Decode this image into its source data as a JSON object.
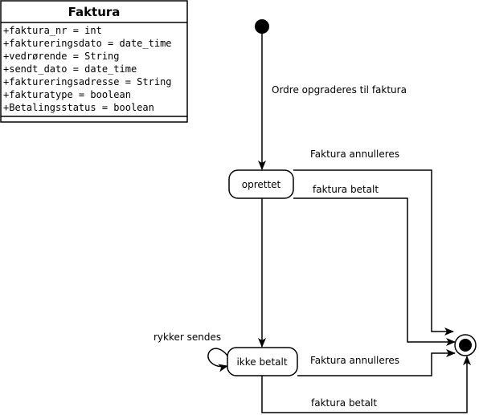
{
  "class_box": {
    "title": "Faktura",
    "attributes": [
      "+faktura_nr = int",
      "+faktureringsdato = date_time",
      "+vedrørende = String",
      "+sendt_dato = date_time",
      "+faktureringsadresse = String",
      "+fakturatype = boolean",
      "+Betalingsstatus = boolean"
    ]
  },
  "states": {
    "oprettet": "oprettet",
    "ikke_betalt": "ikke betalt"
  },
  "transitions": {
    "start_to_oprettet": "Ordre opgraderes til faktura",
    "oprettet_annulleres": "Faktura annulleres",
    "oprettet_betalt": "faktura betalt",
    "self_loop": "rykker sendes",
    "ikke_betalt_annulleres": "Faktura annulleres",
    "ikke_betalt_betalt": "faktura betalt"
  },
  "colors": {
    "stroke": "#000000",
    "background": "#ffffff"
  }
}
